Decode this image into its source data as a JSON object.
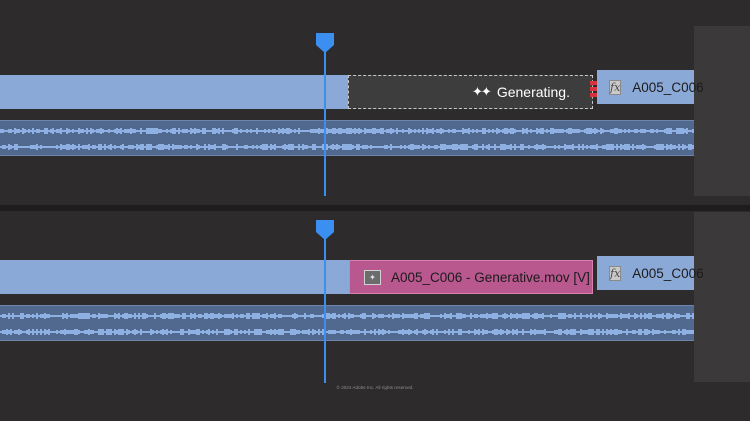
{
  "colors": {
    "background": "#2d2b2c",
    "video_clip": "#8ba9d7",
    "generative_clip": "#b9578f",
    "audio_track": "#52698f",
    "playhead": "#3b8ff0"
  },
  "top_timeline": {
    "generating_clip": {
      "sparkle_icon": "sparkle-icon",
      "label": "Generating."
    },
    "next_clip": {
      "fx_label": "fx",
      "name": "A005_C006"
    }
  },
  "bottom_timeline": {
    "generative_clip": {
      "badge_icon": "generative-icon",
      "name": "A005_C006 - Generative.mov [V]"
    },
    "next_clip": {
      "fx_label": "fx",
      "name": "A005_C006"
    }
  },
  "footer": {
    "copyright": "© 2024 Adobe Inc. All rights reserved."
  }
}
